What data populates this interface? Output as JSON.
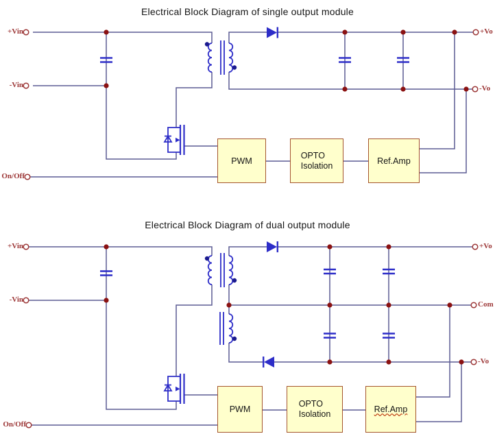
{
  "colors": {
    "wire": "#5c5c94",
    "component": "#2d2dc8",
    "winding_dot": "#1a1a8f",
    "node": "#8b1212",
    "terminal": "#9c3636",
    "label": "#9c3636",
    "box_fill": "#ffffcc",
    "box_border": "#a4542c",
    "text": "#141414"
  },
  "diagrams": {
    "single": {
      "title": "Electrical Block Diagram of single output module",
      "terminals": {
        "vin_plus": "+Vin",
        "vin_minus": "-Vin",
        "on_off": "On/Off",
        "vo_plus": "+Vo",
        "vo_minus": "-Vo"
      },
      "blocks": {
        "pwm": "PWM",
        "opto_line1": "OPTO",
        "opto_line2": "Isolation",
        "ref_amp": "Ref.Amp"
      }
    },
    "dual": {
      "title": "Electrical Block Diagram of dual output module",
      "terminals": {
        "vin_plus": "+Vin",
        "vin_minus": "-Vin",
        "on_off": "On/Off",
        "vo_plus": "+Vo",
        "com": "Com",
        "vo_minus": "-Vo"
      },
      "blocks": {
        "pwm": "PWM",
        "opto_line1": "OPTO",
        "opto_line2": "Isolation",
        "ref_amp": "Ref.Amp"
      }
    }
  }
}
